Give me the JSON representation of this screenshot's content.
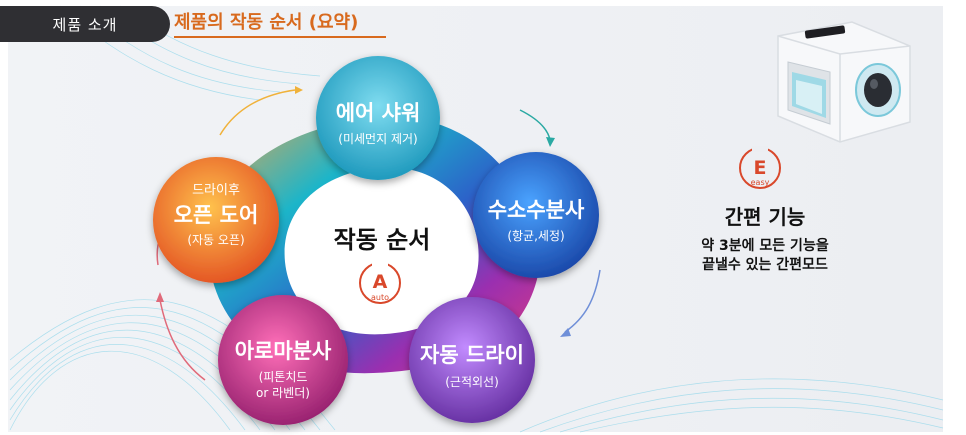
{
  "header": {
    "tab_label": "제품 소개",
    "title": "제품의 작동 순서 (요약)"
  },
  "cycle": {
    "center_title": "작동 순서",
    "auto_badge": {
      "letter": "A",
      "sub": "auto"
    },
    "steps": [
      {
        "title": "에어 샤워",
        "sub": "(미세먼지 제거)",
        "color": "#1aa7c9"
      },
      {
        "title": "수소수분사",
        "sub": "(항균,세정)",
        "color": "#1f62c8"
      },
      {
        "title": "자동 드라이",
        "sub": "(근적외선)",
        "color": "#7b3bb8"
      },
      {
        "title": "아로마분사",
        "sub1": "(피톤치드",
        "sub2": "or 라벤더)",
        "color": "#b72a8a"
      },
      {
        "pre": "드라이후",
        "title": "오픈 도어",
        "sub": "(자동 오픈)",
        "color": "#f07a1e"
      }
    ]
  },
  "easy": {
    "badge_letter": "E",
    "badge_sub": "easy",
    "title": "간편 기능",
    "desc_line1": "약 3분에 모든 기능을",
    "desc_line2": "끝낼수 있는 간편모드"
  },
  "colors": {
    "accent_orange": "#d86a1e",
    "tab_dark": "#2f2f33",
    "badge_red": "#d9482b"
  }
}
